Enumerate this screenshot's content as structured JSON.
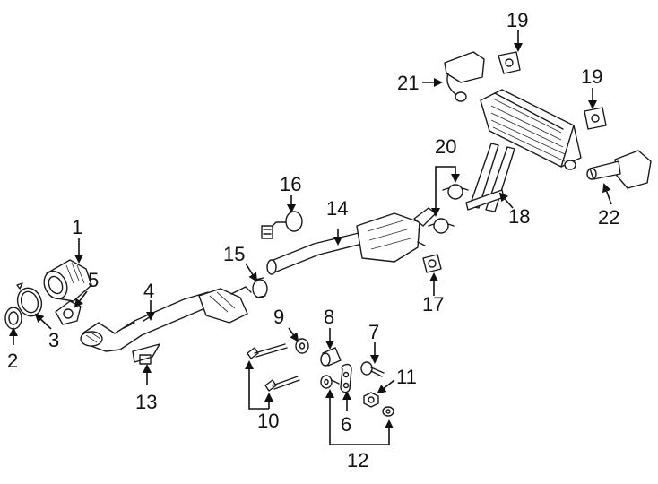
{
  "diagram": {
    "callouts": [
      {
        "id": "c1",
        "label": "1"
      },
      {
        "id": "c2",
        "label": "2"
      },
      {
        "id": "c3",
        "label": "3"
      },
      {
        "id": "c4",
        "label": "4"
      },
      {
        "id": "c5",
        "label": "5"
      },
      {
        "id": "c6",
        "label": "6"
      },
      {
        "id": "c7",
        "label": "7"
      },
      {
        "id": "c8",
        "label": "8"
      },
      {
        "id": "c9",
        "label": "9"
      },
      {
        "id": "c10",
        "label": "10"
      },
      {
        "id": "c11",
        "label": "11"
      },
      {
        "id": "c12",
        "label": "12"
      },
      {
        "id": "c13",
        "label": "13"
      },
      {
        "id": "c14",
        "label": "14"
      },
      {
        "id": "c15",
        "label": "15"
      },
      {
        "id": "c16",
        "label": "16"
      },
      {
        "id": "c17",
        "label": "17"
      },
      {
        "id": "c18",
        "label": "18"
      },
      {
        "id": "c19a",
        "label": "19"
      },
      {
        "id": "c19b",
        "label": "19"
      },
      {
        "id": "c20",
        "label": "20"
      },
      {
        "id": "c21",
        "label": "21"
      },
      {
        "id": "c22",
        "label": "22"
      }
    ]
  }
}
